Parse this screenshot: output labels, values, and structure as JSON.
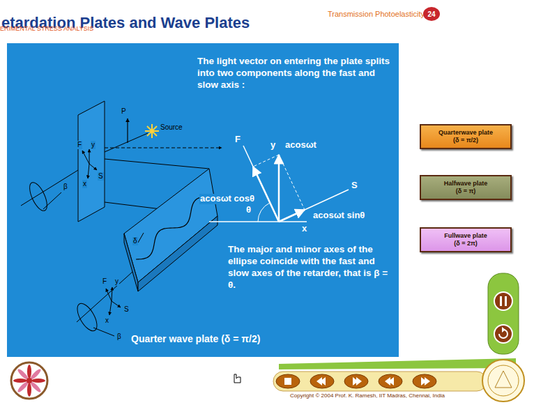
{
  "diagram": {
    "title": "etardation Plates and Wave Plates",
    "nodes": [
      {
        "text": [
          "24"
        ]
      },
      {
        "text": [
          "Quarterwave plate",
          "(δ = π/2)"
        ]
      },
      {
        "text": [
          "Halfwave plate",
          "(δ = π)"
        ]
      },
      {
        "text": [
          "Fullwave plate",
          "(δ = 2π)"
        ]
      }
    ],
    "labels": [
      "ERIMENTAL STRESS ANALYSIS",
      "Transmission Photoelasticity",
      "The light vector on entering the plate splits into two components along the fast and slow axis :",
      "P",
      "Source",
      "F",
      "y",
      "S",
      "x",
      "β",
      "F",
      "y",
      "acosωt",
      "acosωt cosθ",
      "θ",
      "S",
      "acosωt sinθ",
      "x",
      "δ",
      "F",
      "y",
      "x",
      "S",
      "β",
      "The major and minor axes of the ellipse coincide with the fast and slow axes of the retarder, that is β = θ.",
      "Quarter wave plate (δ = π/2)",
      "Copyright © 2004 Prof. K. Ramesh, IIT Madras, Chennai, India"
    ]
  }
}
